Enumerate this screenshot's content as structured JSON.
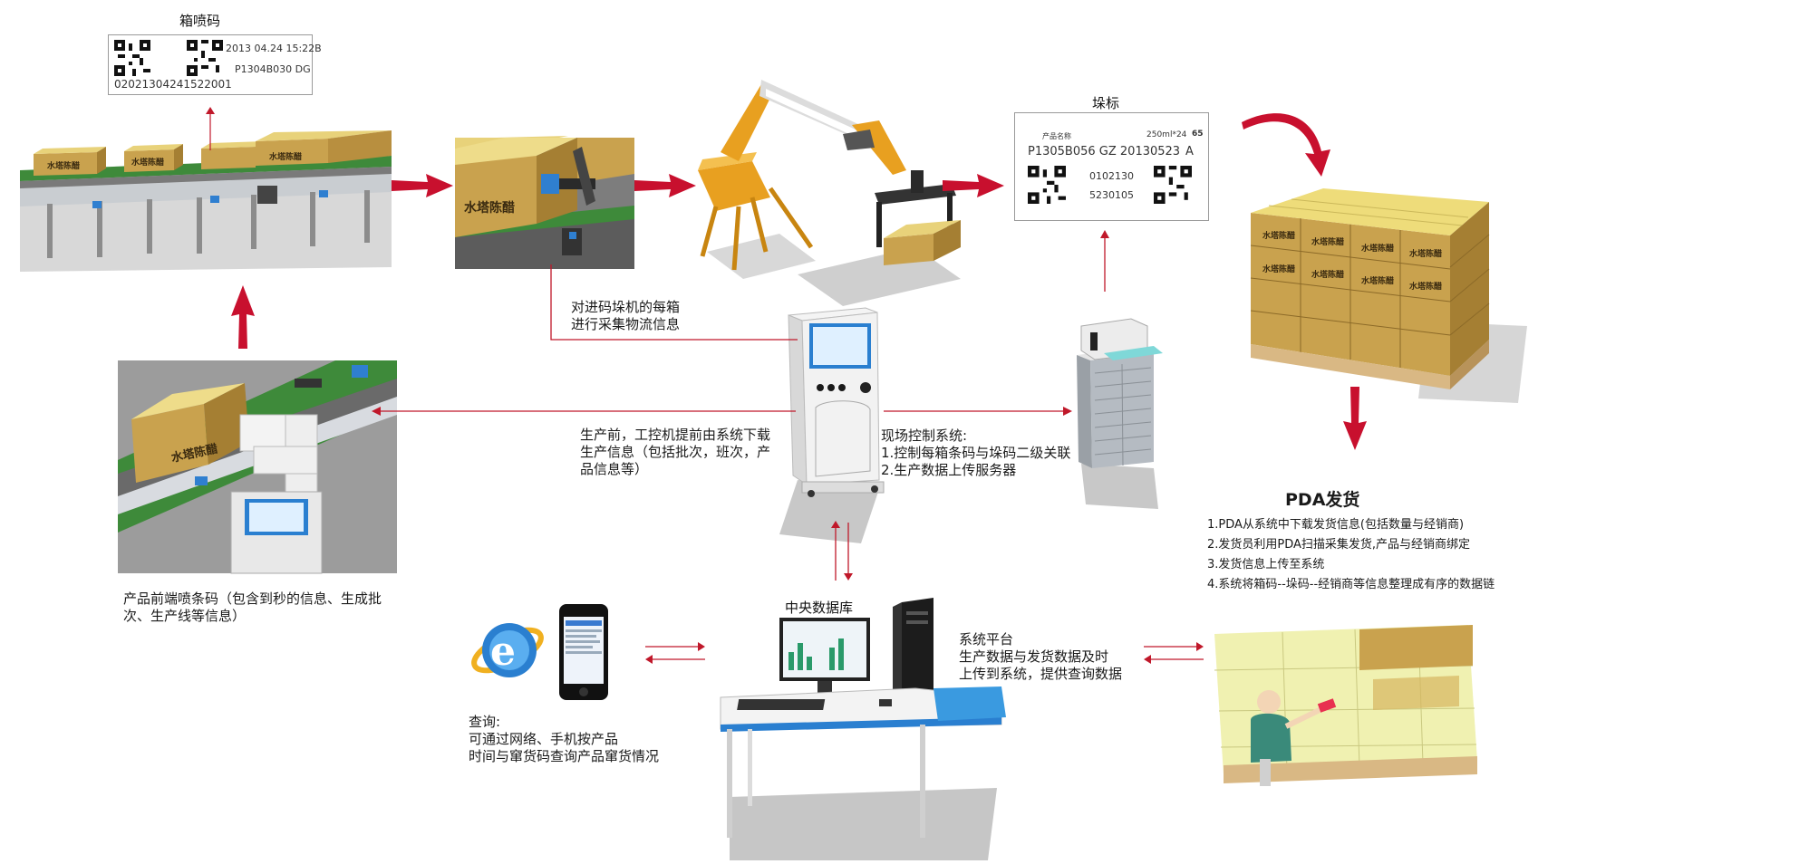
{
  "labels": {
    "box_code_title": "箱喷码",
    "box_code_date": "2013 04.24   15:22B",
    "box_code_batch": "P1304B030 DG",
    "box_code_serial": "02021304241522001",
    "pallet_title": "垛标",
    "pallet_product": "产品名称",
    "pallet_spec": "250ml*24",
    "pallet_qty": "65",
    "pallet_batch": "P1305B056 GZ  20130523",
    "pallet_grade": "A",
    "pallet_code1": "0102130",
    "pallet_code2": "5230105",
    "collect_line1": "对进码垛机的每箱",
    "collect_line2": "进行采集物流信息",
    "download_line1": "生产前，工控机提前由系统下载",
    "download_line2": "生产信息（包括批次，班次，产",
    "download_line3": "品信息等）",
    "control_line1": "现场控制系统:",
    "control_line2": "1.控制每箱条码与垛码二级关联",
    "control_line3": "2.生产数据上传服务器",
    "spray_line1": "产品前端喷条码（包含到秒的信息、生成批",
    "spray_line2": "次、生产线等信息）",
    "pda_title": "PDA发货",
    "pda_item1": "1.PDA从系统中下载发货信息(包括数量与经销商)",
    "pda_item2": "2.发货员利用PDA扫描采集发货,产品与经销商绑定",
    "pda_item3": "3.发货信息上传至系统",
    "pda_item4": "4.系统将箱码--垛码--经销商等信息整理成有序的数据链",
    "db_title": "中央数据库",
    "platform_line1": "系统平台",
    "platform_line2": "生产数据与发货数据及时",
    "platform_line3": "上传到系统，提供查询数据",
    "query_line1": "查询:",
    "query_line2": "可通过网络、手机按产品",
    "query_line3": "时间与窜货码查询产品窜货情况",
    "box_brand": "水塔陈醋"
  },
  "colors": {
    "arrow_red": "#c8102e",
    "line_red": "#c0182a",
    "box_tan": "#c9a24e",
    "box_top": "#e8d27a",
    "robot_yellow": "#e8a020",
    "conveyor_green": "#3e8a3a",
    "shadow": "#b8b8b8"
  },
  "icons": {
    "browser": "internet-explorer-icon",
    "phone": "smartphone-icon"
  }
}
